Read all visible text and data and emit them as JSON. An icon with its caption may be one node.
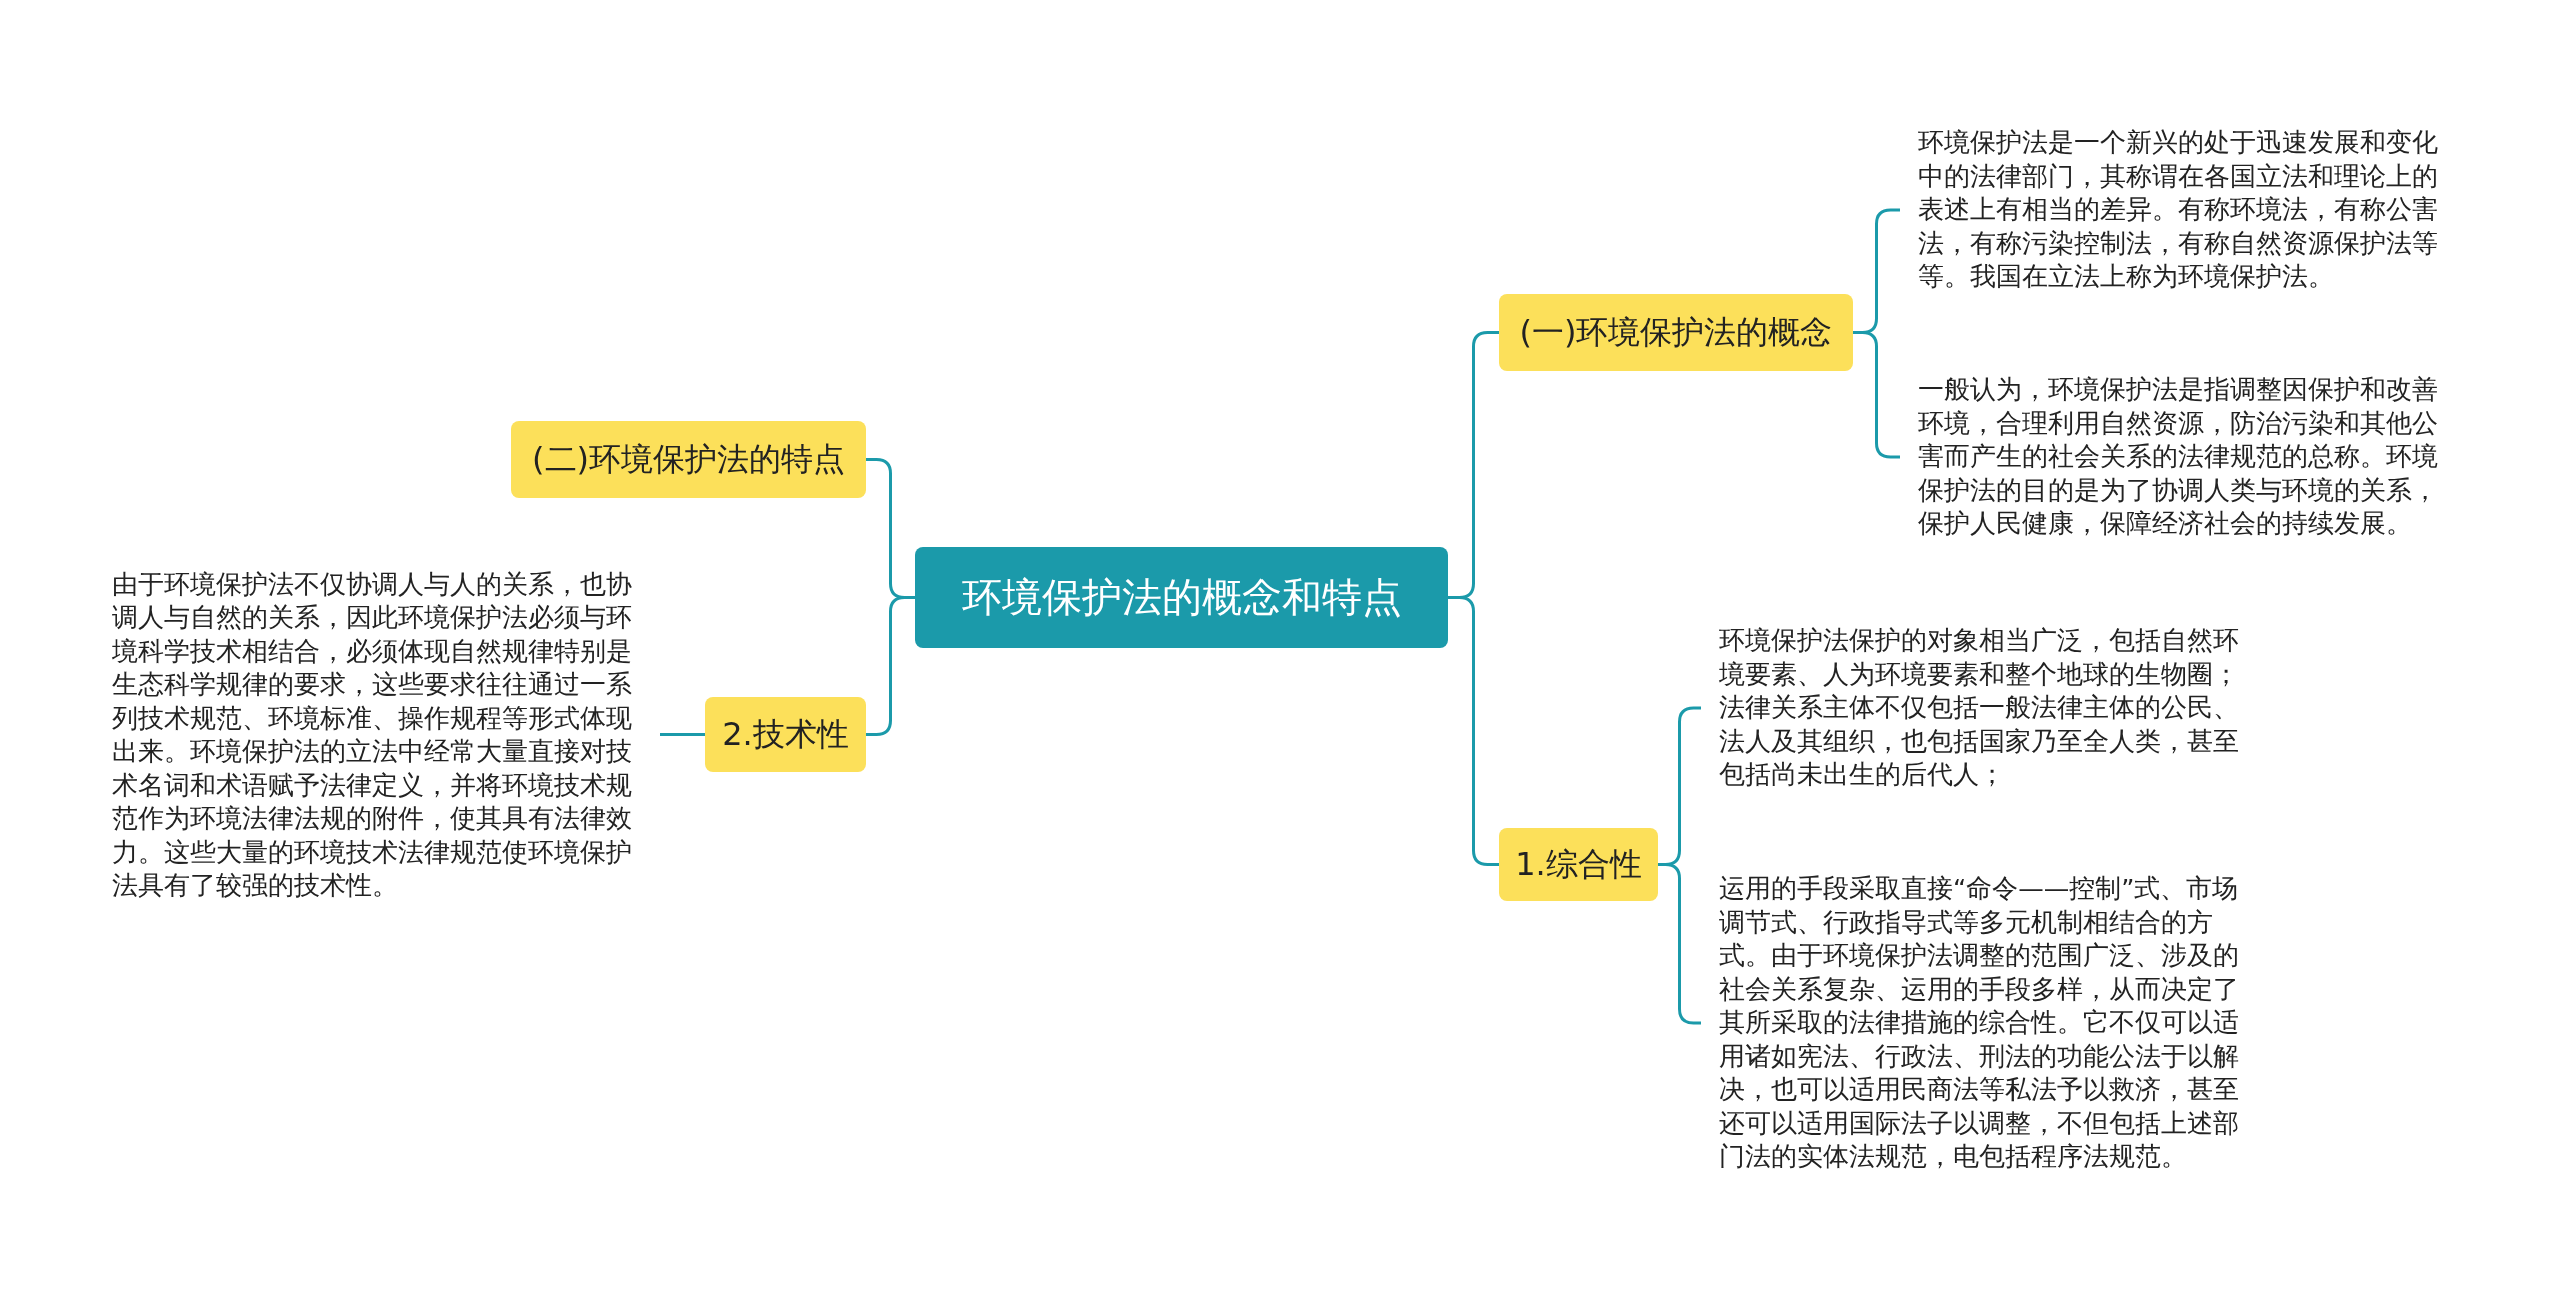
{
  "diagram": {
    "nodes": [
      {
        "text": [
          "环境保护法的概念和特点"
        ]
      },
      {
        "text": [
          "(一)环境保护法的概念"
        ]
      },
      {
        "text": [
          "环境保护法是一个新兴的处于迅速发展和变化中的法律部门，其称谓在各国立法和理论上的表述上有相当的差异。有称环境法，有称公害法，有称污染控制法，有称自然资源保护法等等。我国在立法上称为环境保护法。"
        ]
      },
      {
        "text": [
          "一般认为，环境保护法是指调整因保护和改善环境，合理利用自然资源，防治污染和其他公害而产生的社会关系的法律规范的总称。环境保护法的目的是为了协调人类与环境的关系，保护人民健康，保障经济社会的持续发展。"
        ]
      },
      {
        "text": [
          "1.综合性"
        ]
      },
      {
        "text": [
          "环境保护法保护的对象相当广泛，包括自然环境要素、人为环境要素和整个地球的生物圈；法律关系主体不仅包括一般法律主体的公民、法人及其组织，也包括国家乃至全人类，甚至包括尚未出生的后代人；"
        ]
      },
      {
        "text": [
          "运用的手段采取直接“命令——控制”式、市场调节式、行政指导式等多元机制相结合的方式。由于环境保护法调整的范围广泛、涉及的社会关系复杂、运用的手段多样，从而决定了其所采取的法律措施的综合性。它不仅可以适用诸如宪法、行政法、刑法的功能公法于以解决，也可以适用民商法等私法予以救济，甚至还可以适用国际法子以调整，不但包括上述部门法的实体法规范，电包括程序法规范。"
        ]
      },
      {
        "text": [
          "(二)环境保护法的特点"
        ]
      },
      {
        "text": [
          "2.技术性"
        ]
      },
      {
        "text": [
          "由于环境保护法不仅协调人与人的关系，也协调人与自然的关系，因此环境保护法必须与环境科学技术相结合，必须体现自然规律特别是生态科学规律的要求，这些要求往往通过一系列技术规范、环境标准、操作规程等形式体现出来。环境保护法的立法中经常大量直接对技术名词和术语赋予法律定义，并将环境技术规范作为环境法律法规的附件，使其具有法律效力。这些大量的环境技术法律规范使环境保护法具有了较强的技术性。"
        ]
      }
    ],
    "edges": [
      {
        "from": 0,
        "to": 1,
        "arrow": "none"
      },
      {
        "from": 1,
        "to": 2,
        "arrow": "none"
      },
      {
        "from": 1,
        "to": 3,
        "arrow": "none"
      },
      {
        "from": 0,
        "to": 4,
        "arrow": "none"
      },
      {
        "from": 4,
        "to": 5,
        "arrow": "none"
      },
      {
        "from": 4,
        "to": 6,
        "arrow": "none"
      },
      {
        "from": 0,
        "to": 7,
        "arrow": "none"
      },
      {
        "from": 0,
        "to": 8,
        "arrow": "none"
      },
      {
        "from": 8,
        "to": 9,
        "arrow": "none"
      }
    ]
  }
}
